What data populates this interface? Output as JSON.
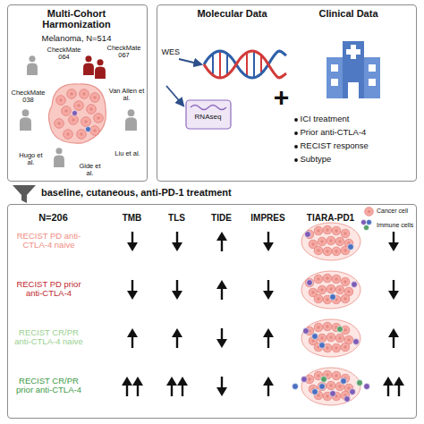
{
  "diagram": {
    "nodes": [
      {
        "text": [
          "Multi-Cohort Harmonization",
          "Melanoma, N=514",
          "CheckMate 064",
          "CheckMate 067",
          "CheckMate 038",
          "Van Allen et al.",
          "Hugo et al.",
          "Liu et al.",
          "Gide et al."
        ]
      },
      {
        "text": [
          "Molecular Data",
          "WES",
          "RNAseq",
          "+",
          "Clinical Data",
          "ICI treatment",
          "Prior anti-CTLA-4",
          "RECIST response",
          "Subtype"
        ]
      },
      {
        "text": [
          "N=206",
          "TMB",
          "TLS",
          "TIDE",
          "IMPRES",
          "TIARA-PD1",
          "RECIST PD anti-CTLA-4 naive",
          "RECIST PD prior anti-CTLA-4",
          "RECIST CR/PR anti-CTLA-4 naive",
          "RECIST CR/PR prior anti-CTLA-4"
        ]
      }
    ],
    "labels": [
      "baseline, cutaneous, anti-PD-1 treatment"
    ],
    "legend": [
      {
        "text": "Cancer cell"
      },
      {
        "text": "Immune cells"
      }
    ]
  }
}
